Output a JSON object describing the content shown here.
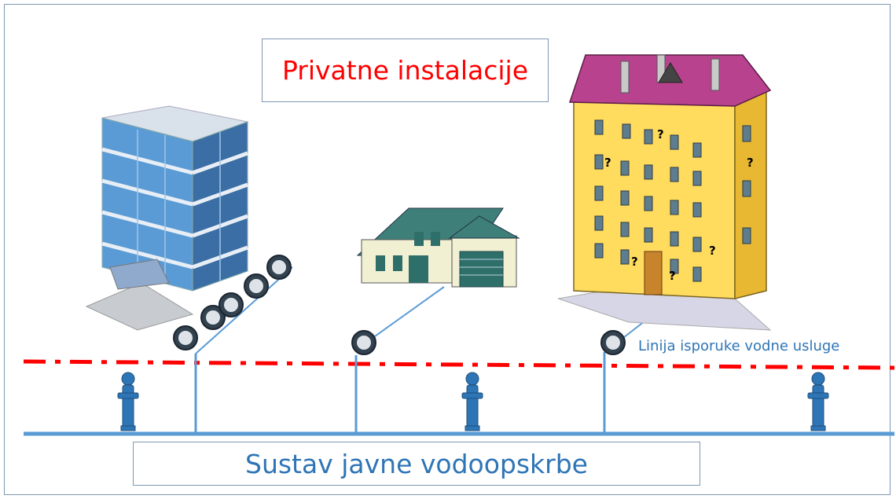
{
  "title": "Privatne instalacije",
  "public_system_label": "Sustav javne vodoopskrbe",
  "delivery_line_label": "Linija isporuke vodne usluge",
  "unknown_marker": "?",
  "colors": {
    "title": "#ff0000",
    "blue_text": "#2e75b6",
    "pipe": "#5b9bd5",
    "delivery_line": "#ff0000",
    "box_border": "#7f97b3",
    "hydrant": "#2e75b6"
  },
  "icons": [
    "office-building-icon",
    "house-icon",
    "apartment-building-icon",
    "water-meter-icon",
    "fire-hydrant-icon"
  ]
}
